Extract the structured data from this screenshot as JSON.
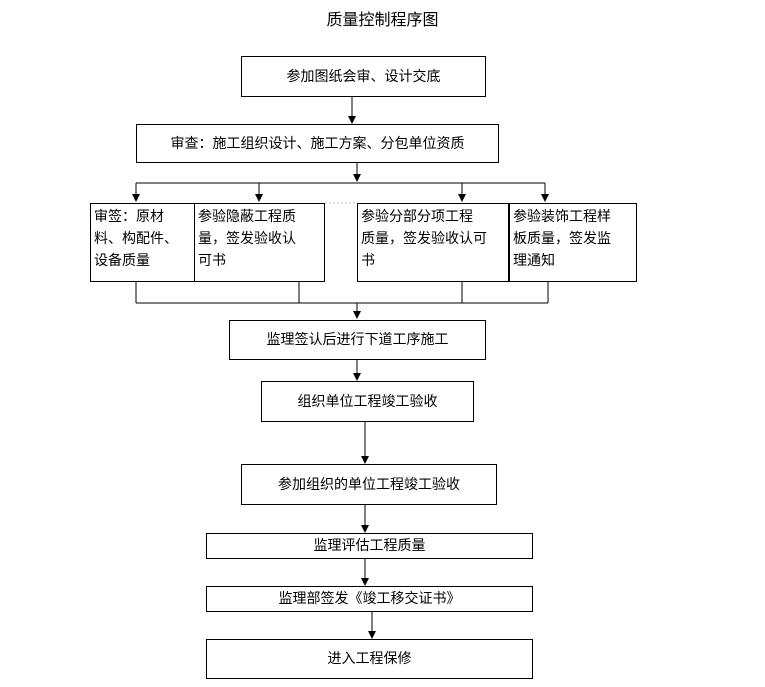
{
  "title": "质量控制程序图",
  "nodes": {
    "step1": "参加图纸会审、设计交底",
    "step2": "审查：施工组织设计、施工方案、分包单位资质",
    "branch1": "审签：原材\n料、构配件、\n设备质量",
    "branch2": "参验隐蔽工程质\n量，签发验收认\n可书",
    "branch3": "参验分部分项工程\n质量，签发验收认可\n书",
    "branch4": "参验装饰工程样\n板质量，签发监\n理通知",
    "step3": "监理签认后进行下道工序施工",
    "step4": "组织单位工程竣工验收",
    "step5": "参加组织的单位工程竣工验收",
    "step6": "监理评估工程质量",
    "step7": "监理部签发《竣工移交证书》",
    "step8": "进入工程保修"
  }
}
